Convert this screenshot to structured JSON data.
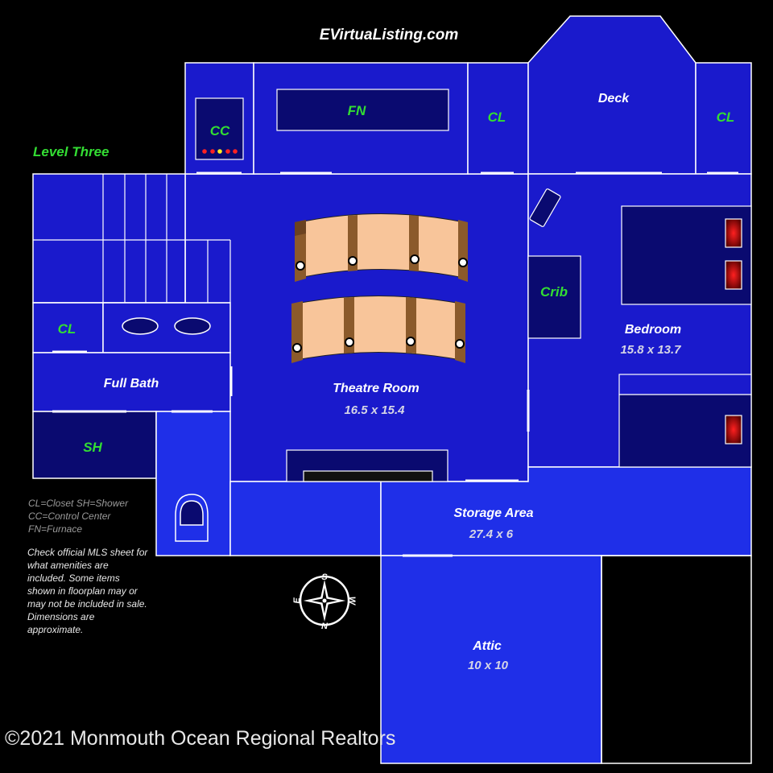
{
  "brand": "EVirtuaListing.com",
  "level_title": "Level Three",
  "rooms": {
    "cc": "CC",
    "fn": "FN",
    "cl_top": "CL",
    "deck": "Deck",
    "cl_right": "CL",
    "cl_left": "CL",
    "crib": "Crib",
    "bedroom": {
      "name": "Bedroom",
      "dims": "15.8 x 13.7"
    },
    "full_bath": "Full Bath",
    "sh": "SH",
    "theatre": {
      "name": "Theatre Room",
      "dims": "16.5 x 15.4"
    },
    "storage": {
      "name": "Storage Area",
      "dims": "27.4 x 6"
    },
    "attic": {
      "name": "Attic",
      "dims": "10 x 10"
    }
  },
  "legend": [
    "CL=Closet SH=Shower",
    "CC=Control Center",
    "FN=Furnace"
  ],
  "disclaimer": "Check official MLS sheet for what amenities are included. Some items shown in floorplan may or may not be included in sale. Dimensions are approximate.",
  "compass": {
    "n": "N",
    "s": "S",
    "e": "E",
    "w": "W"
  },
  "copyright": "©2021 Monmouth Ocean Regional Realtors",
  "colors": {
    "background": "#000000",
    "room_blue": "#1a1acc",
    "bright_blue": "#1f2fe8",
    "dark_blue": "#0a0a70",
    "wall": "#ffffff",
    "room_label_green": "#33dd33",
    "seat_fill": "#f8c59a",
    "seat_frame": "#8b5a2b",
    "heater_red": "#cc0000"
  }
}
